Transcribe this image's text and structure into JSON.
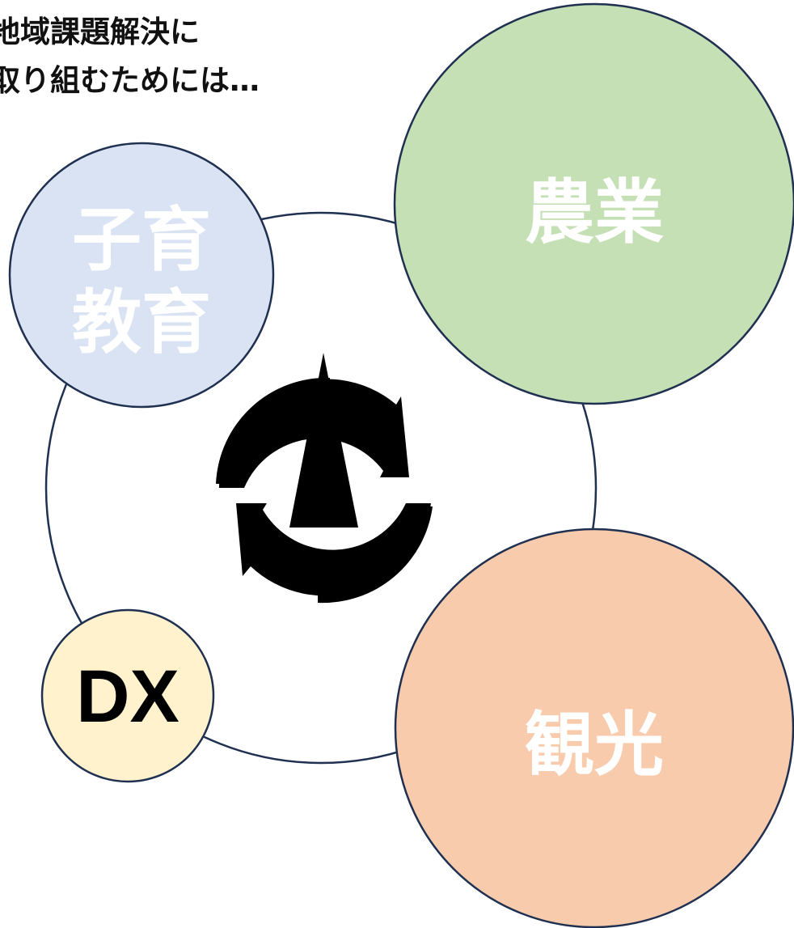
{
  "heading": {
    "line1": "地域課題解決に",
    "line2": "取り組むためには…"
  },
  "bubbles": {
    "kosodate": {
      "line1": "子育",
      "line2": "教育",
      "fill": "#dae3f3"
    },
    "nogyo": {
      "label": "農業",
      "fill": "#c5e0b4"
    },
    "kanko": {
      "label": "観光",
      "fill": "#f8cbad"
    },
    "dx": {
      "label": "DX",
      "fill": "#fff2cc"
    }
  },
  "colors": {
    "outline": "#1f3050",
    "emblem": "#000000"
  },
  "emblem": {
    "icon": "municipal-emblem-icon"
  }
}
